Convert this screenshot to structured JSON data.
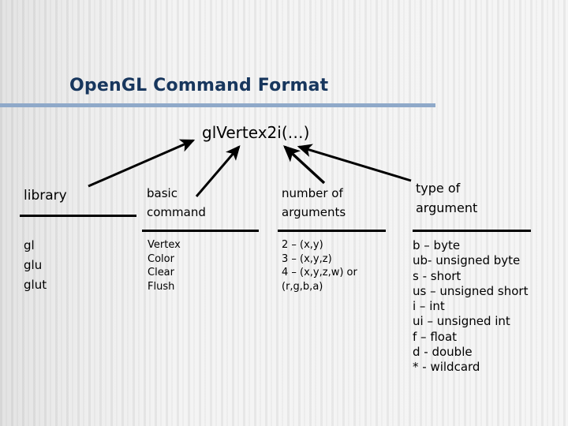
{
  "slide": {
    "title": "OpenGL Command Format",
    "signature": "glVertex2i(…)",
    "title_color": "#17365d",
    "rule_color": "#8fa9c9",
    "text_color": "#000000",
    "background_color": "#f2f2f2"
  },
  "columns": [
    {
      "id": "library",
      "header": "library",
      "body": "gl\nglu\nglut"
    },
    {
      "id": "command",
      "header": "basic\ncommand",
      "body": "Vertex\nColor\nClear\nFlush"
    },
    {
      "id": "arguments",
      "header": "number of\narguments",
      "body": "2 – (x,y)\n3 – (x,y,z)\n4 – (x,y,z,w) or\n(r,g,b,a)"
    },
    {
      "id": "type",
      "header": "type of\nargument",
      "body": "b – byte\nub- unsigned byte\ns - short\nus – unsigned short\ni – int\nui – unsigned int\nf – float\nd - double\n* - wildcard"
    }
  ]
}
